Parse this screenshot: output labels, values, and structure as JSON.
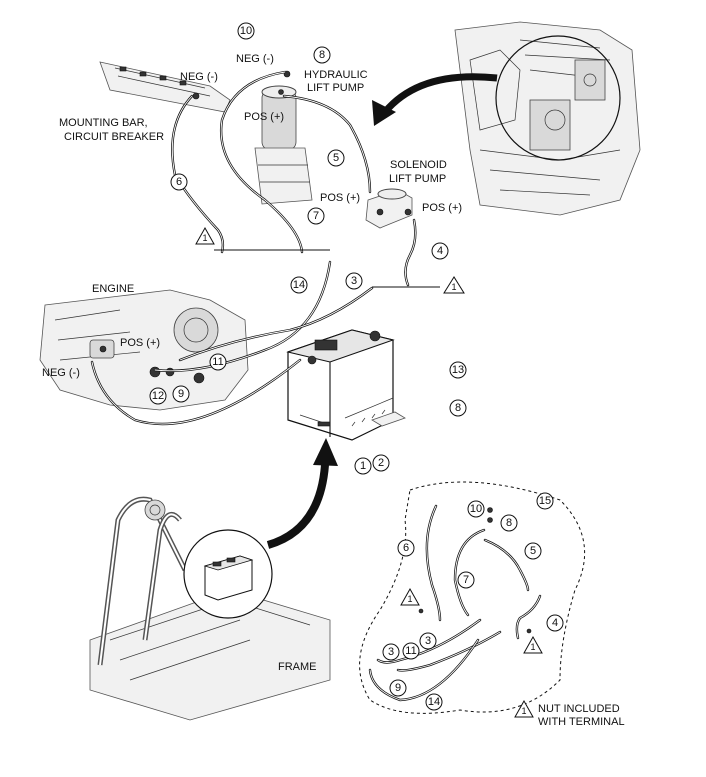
{
  "labels": {
    "neg_top": "NEG (-)",
    "neg_left_top": "NEG (-)",
    "mounting_bar": "MOUNTING BAR,",
    "circuit_breaker": "CIRCUIT BREAKER",
    "hydraulic": "HYDRAULIC",
    "lift_pump": "LIFT PUMP",
    "pos_hydraulic": "POS (+)",
    "solenoid": "SOLENOID",
    "solenoid_lift_pump": "LIFT PUMP",
    "pos_solenoid_left": "POS (+)",
    "pos_solenoid_right": "POS (+)",
    "engine": "ENGINE",
    "pos_engine": "POS (+)",
    "neg_engine": "NEG (-)",
    "frame": "FRAME",
    "legend_line1": "NUT INCLUDED",
    "legend_line2": "WITH TERMINAL"
  },
  "callouts": {
    "c10_top": "10",
    "c8_top": "8",
    "c5_top": "5",
    "c6_top": "6",
    "c7_top": "7",
    "c4_top": "4",
    "c14_top": "14",
    "c3_top": "3",
    "c11_top": "11",
    "c12_top": "12",
    "c9_top": "9",
    "c13_top": "13",
    "c8_right": "8",
    "c1_top": "1",
    "c2_top": "2",
    "c15": "15",
    "c10_kit": "10",
    "c8_kit": "8",
    "c6_kit": "6",
    "c5_kit": "5",
    "c7_kit": "7",
    "c4_kit": "4",
    "c3a_kit": "3",
    "c3b_kit": "3",
    "c11_kit": "11",
    "c9_kit": "9",
    "c14_kit": "14"
  },
  "triangles": {
    "t1_top_left": "1",
    "t1_top_right": "1",
    "t1_kit_left": "1",
    "t1_kit_right": "1",
    "t1_legend": "1"
  }
}
